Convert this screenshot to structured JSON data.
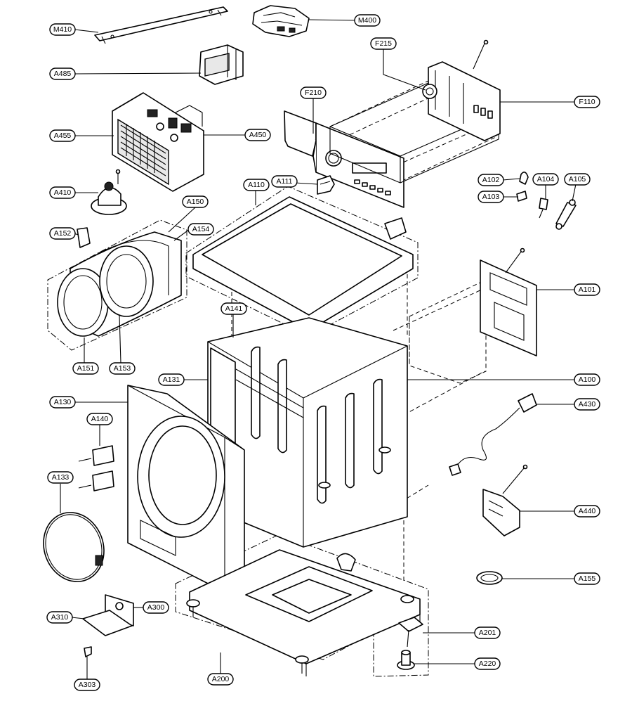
{
  "labels": {
    "M410": "M410",
    "M400": "M400",
    "A485": "A485",
    "F215": "F215",
    "F210": "F210",
    "F110": "F110",
    "A455": "A455",
    "A450": "A450",
    "A410": "A410",
    "A111": "A111",
    "A110": "A110",
    "A102": "A102",
    "A103": "A103",
    "A104": "A104",
    "A105": "A105",
    "A150": "A150",
    "A152": "A152",
    "A154": "A154",
    "A101": "A101",
    "A141": "A141",
    "A151": "A151",
    "A153": "A153",
    "A131": "A131",
    "A100": "A100",
    "A130": "A130",
    "A140": "A140",
    "A430": "A430",
    "A133": "A133",
    "A440": "A440",
    "A155": "A155",
    "A310": "A310",
    "A300": "A300",
    "A201": "A201",
    "A220": "A220",
    "A200": "A200",
    "A303": "A303"
  }
}
